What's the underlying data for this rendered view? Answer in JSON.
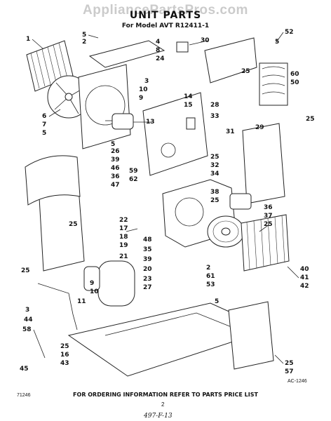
{
  "watermark": "AppliancePartsPros.com",
  "title": "UNIT PARTS",
  "subtitle": "For Model AVT R12411-1",
  "footer_note": "FOR ORDERING INFORMATION REFER TO PARTS PRICE LIST",
  "page_number": "2",
  "code_left": "71246",
  "code_right": "AC-1246",
  "handwritten": "497-F-13",
  "callouts": [
    "1",
    "5",
    "2",
    "4",
    "8",
    "24",
    "30",
    "52",
    "5",
    "6",
    "7",
    "5",
    "3",
    "10",
    "9",
    "14",
    "15",
    "28",
    "33",
    "31",
    "25",
    "60",
    "50",
    "25",
    "29",
    "26",
    "39",
    "46",
    "36",
    "47",
    "59",
    "62",
    "13",
    "5",
    "25",
    "32",
    "34",
    "38",
    "25",
    "36",
    "37",
    "25",
    "22",
    "17",
    "18",
    "19",
    "21",
    "48",
    "35",
    "39",
    "20",
    "23",
    "27",
    "2",
    "61",
    "53",
    "40",
    "41",
    "42",
    "9",
    "10",
    "11",
    "3",
    "44",
    "58",
    "25",
    "16",
    "43",
    "45",
    "25",
    "57",
    "5",
    "25",
    "25"
  ]
}
